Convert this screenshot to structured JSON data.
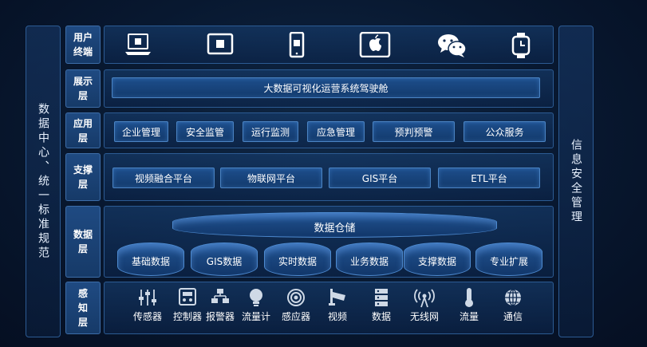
{
  "left_panel": {
    "label": "数据中心、统一标准规范"
  },
  "right_panel": {
    "label": "信息安全管理"
  },
  "layers": {
    "user": {
      "label": "用户\n终端",
      "devices": [
        "laptop-icon",
        "monitor-icon",
        "phone-icon",
        "tablet-icon",
        "wechat-icon",
        "watch-icon"
      ]
    },
    "display": {
      "label": "展示\n层",
      "banner": "大数据可视化运营系统驾驶舱"
    },
    "application": {
      "label": "应用\n层",
      "items": [
        "企业管理",
        "安全监管",
        "运行监测",
        "应急管理",
        "预判预警",
        "公众服务"
      ]
    },
    "support": {
      "label": "支撑\n层",
      "items": [
        "视频融合平台",
        "物联网平台",
        "GIS平台",
        "ETL平台"
      ]
    },
    "data": {
      "label": "数据\n层",
      "warehouse": "数据仓储",
      "stores": [
        "基础数据",
        "GIS数据",
        "实时数据",
        "业务数据",
        "支撑数据",
        "专业扩展"
      ]
    },
    "sensing": {
      "label": "感\n知\n层",
      "items": [
        "传感器",
        "控制器",
        "报警器",
        "流量计",
        "感应器",
        "视频",
        "数据",
        "无线网",
        "流量",
        "通信"
      ]
    }
  },
  "colors": {
    "accent": "#2c5b93",
    "button": "#1d4e8c",
    "text": "#ffffff"
  }
}
